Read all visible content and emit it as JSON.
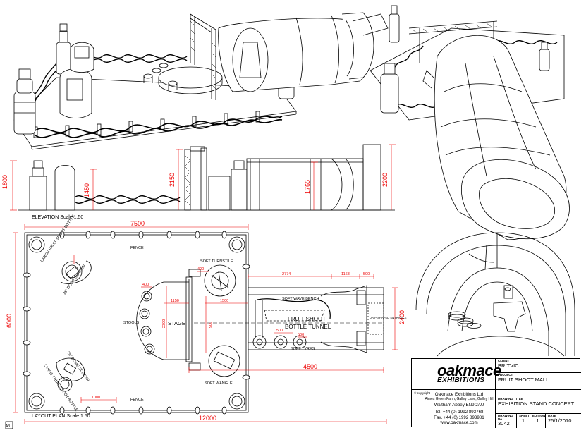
{
  "elevation": {
    "caption": "ELEVATION Scale 1:50",
    "dims": [
      "1800",
      "1450",
      "2150",
      "1765",
      "2200"
    ]
  },
  "layout": {
    "caption": "LAYOUT PLAN Scale 1:50",
    "width_dim": "7500",
    "height_dim": "6000",
    "total_dim": "12000",
    "tunnel_dim": "4500",
    "tunnel_height_dim": "2400",
    "dim_2774": "2774",
    "dim_1168": "1168",
    "dim_500": "500",
    "dim_1150": "1150",
    "dim_1500": "1500",
    "dim_400a": "400",
    "dim_400b": "400",
    "dim_2300": "2300",
    "dim_1000": "1000",
    "dim_500b": "500",
    "dim_500c": "500",
    "dim_900": "900",
    "fence_top": "FENCE",
    "fence_bottom": "FENCE",
    "bottle_top": "LARGE FRUIT SHOOT BOTTLE",
    "screen_top": "26\" DOME SCREEN",
    "screen_bottom": "26\" DOME SCREEN",
    "bottle_bottom": "LARGE FRUIT SHOOT BOTTLE",
    "stools": "STOOLS",
    "stage": "STAGE",
    "turnstile": "SOFT TURNSTILE",
    "wangle": "SOFT WANGLE",
    "wave_bench": "SOFT WAVE BENCH",
    "tunnel_1": "FRUIT SHOOT",
    "tunnel_2": "BOTTLE TUNNEL",
    "soft_tyres": "SOFT TYRES",
    "drip": "DRIP SHAPED ENTRANCE",
    "sheet_size": "A3"
  },
  "titleblock": {
    "logo_main": "oakmace",
    "logo_sub": "EXHIBITIONS",
    "copyright": "copyright",
    "company": "Oakmace Exhibitions Ltd",
    "address1": "Aimes Green Farm, Galley Lane, Galley Hill",
    "address2": "Waltham Abbey EN9 2AU",
    "tel": "Tel. +44 (0) 1992 893768",
    "fax": "Fax. +44 (0) 1992 893981",
    "web": "www.oakmace.com",
    "client_label": "CLIENT",
    "client": "BRITVIC",
    "project_label": "PROJECT",
    "project": "FRUIT SHOOT MALL",
    "title_label": "DRAWING TITLE",
    "title": "EXHIBITION STAND CONCEPT",
    "dwgno_label": "DRAWING No.",
    "dwgno": "3042",
    "sheet_label": "SHEET",
    "sheet": "1",
    "edition_label": "EDITION",
    "edition": "1",
    "date_label": "DATE",
    "date": "25/1/2010"
  },
  "colors": {
    "line": "#000000",
    "dimension": "#e00000"
  }
}
